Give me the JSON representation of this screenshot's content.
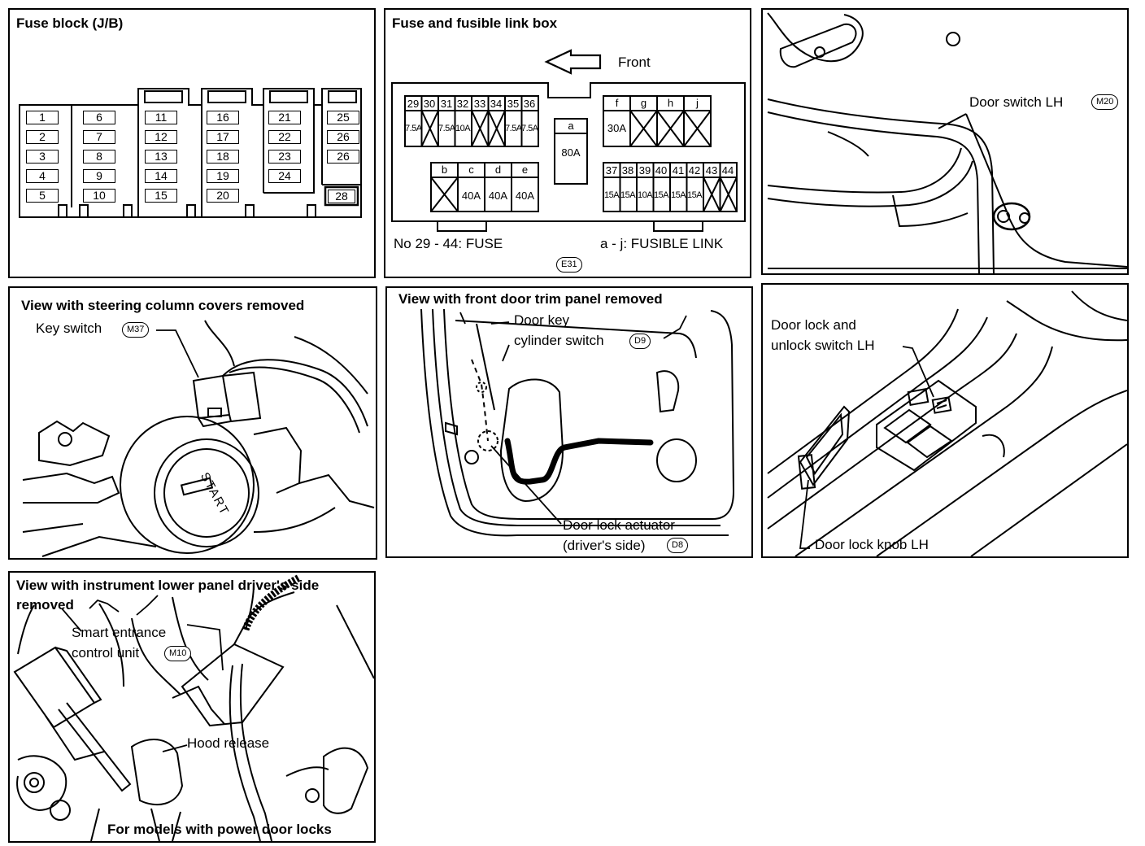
{
  "panels": {
    "fuse_block": {
      "title": "Fuse block (J/B)",
      "fuses": [
        "1",
        "2",
        "3",
        "4",
        "5",
        "6",
        "7",
        "8",
        "9",
        "10",
        "11",
        "12",
        "13",
        "14",
        "15",
        "16",
        "17",
        "18",
        "19",
        "20",
        "21",
        "22",
        "23",
        "24",
        "25",
        "26",
        "26",
        "28"
      ]
    },
    "fusible_link_box": {
      "title": "Fuse and fusible link box",
      "front_label": "Front",
      "top_left_nums": [
        "29",
        "30",
        "31",
        "32",
        "33",
        "34",
        "35",
        "36"
      ],
      "top_left_amps": [
        "7.5A",
        "",
        "7.5A",
        "10A",
        "",
        "",
        "7.5A",
        "7.5A"
      ],
      "link_a_label": "a",
      "link_a_amp": "80A",
      "top_right_letters": [
        "f",
        "g",
        "h",
        "j"
      ],
      "top_right_amps": [
        "30A",
        "",
        "",
        ""
      ],
      "bottom_left_letters": [
        "b",
        "c",
        "d",
        "e"
      ],
      "bottom_left_amps": [
        "",
        "40A",
        "40A",
        "40A"
      ],
      "bottom_right_nums": [
        "37",
        "38",
        "39",
        "40",
        "41",
        "42",
        "43",
        "44"
      ],
      "bottom_right_amps": [
        "15A",
        "15A",
        "10A",
        "15A",
        "15A",
        "15A",
        "",
        ""
      ],
      "fuse_caption": "No 29 - 44:  FUSE",
      "link_caption": "a - j:  FUSIBLE LINK",
      "connector": "E31"
    },
    "door_switch": {
      "label": "Door switch LH",
      "connector": "M20"
    },
    "key_switch": {
      "title": "View with steering column covers removed",
      "label": "Key switch",
      "connector": "M37",
      "start_text": "START"
    },
    "door_trim": {
      "title": "View with front door trim panel removed",
      "key_cylinder_line1": "Door key",
      "key_cylinder_line2": "cylinder switch",
      "key_cylinder_connector": "D9",
      "actuator_line1": "Door lock actuator",
      "actuator_line2": "(driver's side)",
      "actuator_connector": "D8"
    },
    "door_lock_switch": {
      "label_line1": "Door lock and",
      "label_line2": "unlock switch LH",
      "knob_label": "Door lock knob LH"
    },
    "instrument_panel": {
      "title_line1": "View with instrument lower panel driver's side",
      "title_line2": "removed",
      "unit_line1": "Smart entrance",
      "unit_line2": "control unit",
      "unit_connector": "M10",
      "hood_release": "Hood release",
      "note": "For models with power door locks"
    }
  }
}
